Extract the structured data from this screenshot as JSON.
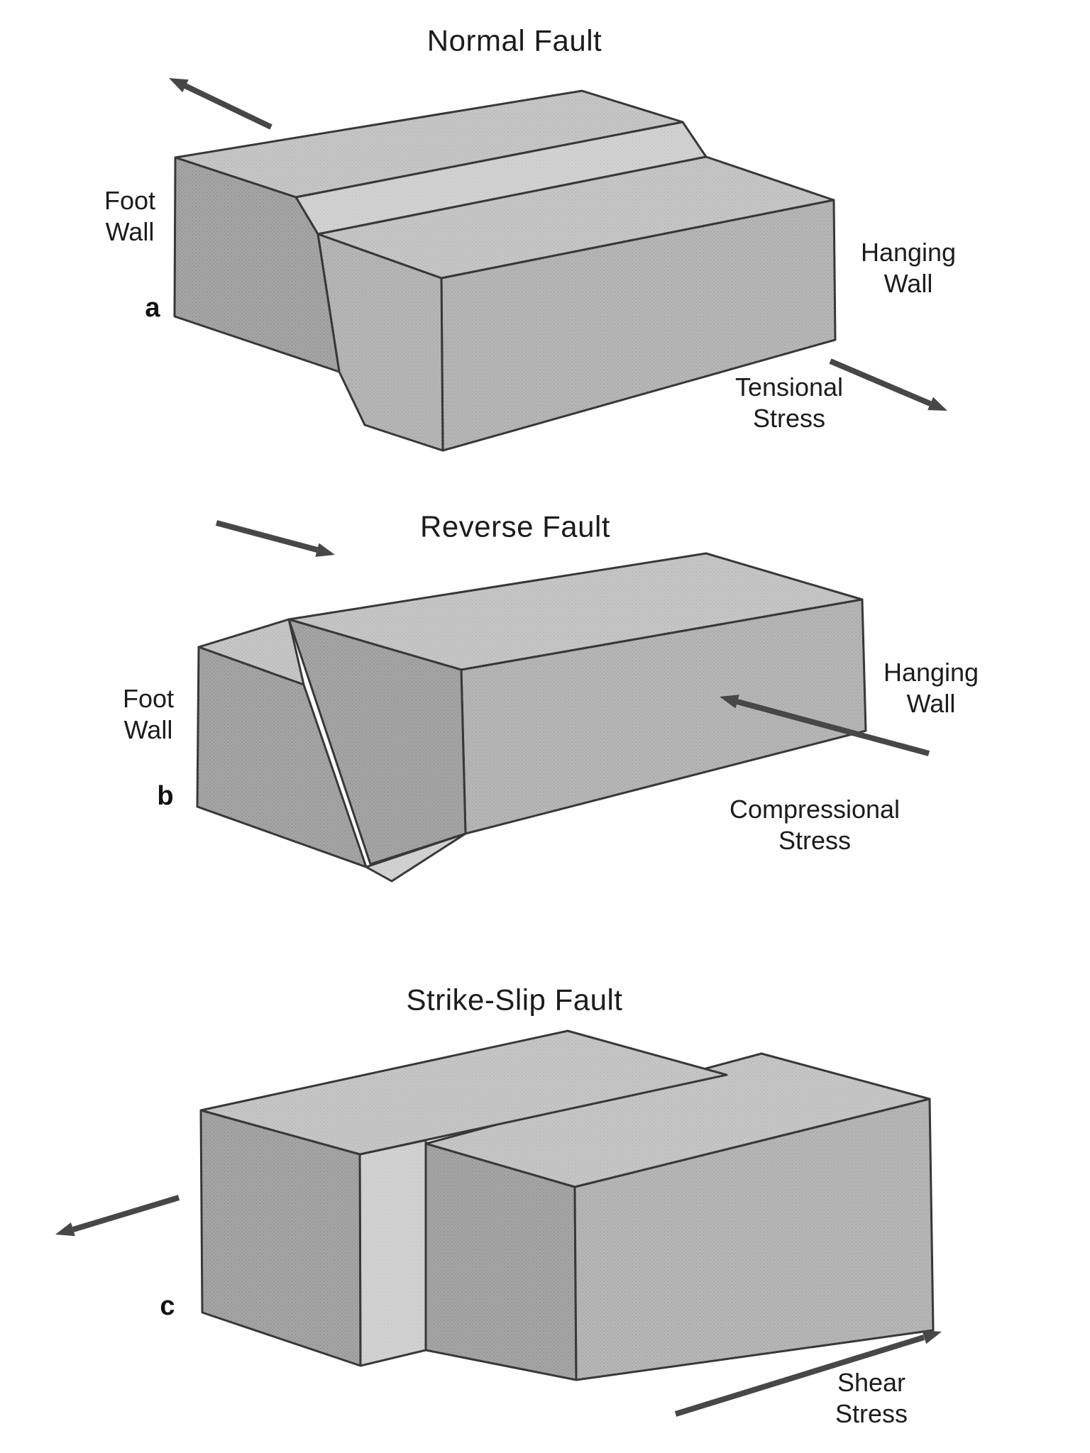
{
  "figure": {
    "panels": {
      "a": {
        "title": "Normal Fault",
        "letter": "a",
        "foot_wall": "Foot\nWall",
        "hanging_wall": "Hanging\nWall",
        "stress": "Tensional\nStress"
      },
      "b": {
        "title": "Reverse Fault",
        "letter": "b",
        "foot_wall": "Foot\nWall",
        "hanging_wall": "Hanging\nWall",
        "stress": "Compressional\nStress"
      },
      "c": {
        "title": "Strike-Slip Fault",
        "letter": "c",
        "stress": "Shear\nStress"
      }
    },
    "colors": {
      "background": "#ffffff",
      "outline": "#383838",
      "arrow": "#474747",
      "face_dark": "#a6a6a6",
      "face_mid": "#b7b7b7",
      "face_light": "#c6c6c6",
      "face_lighter": "#d2d2d2",
      "text": "#1c1c1c"
    }
  }
}
